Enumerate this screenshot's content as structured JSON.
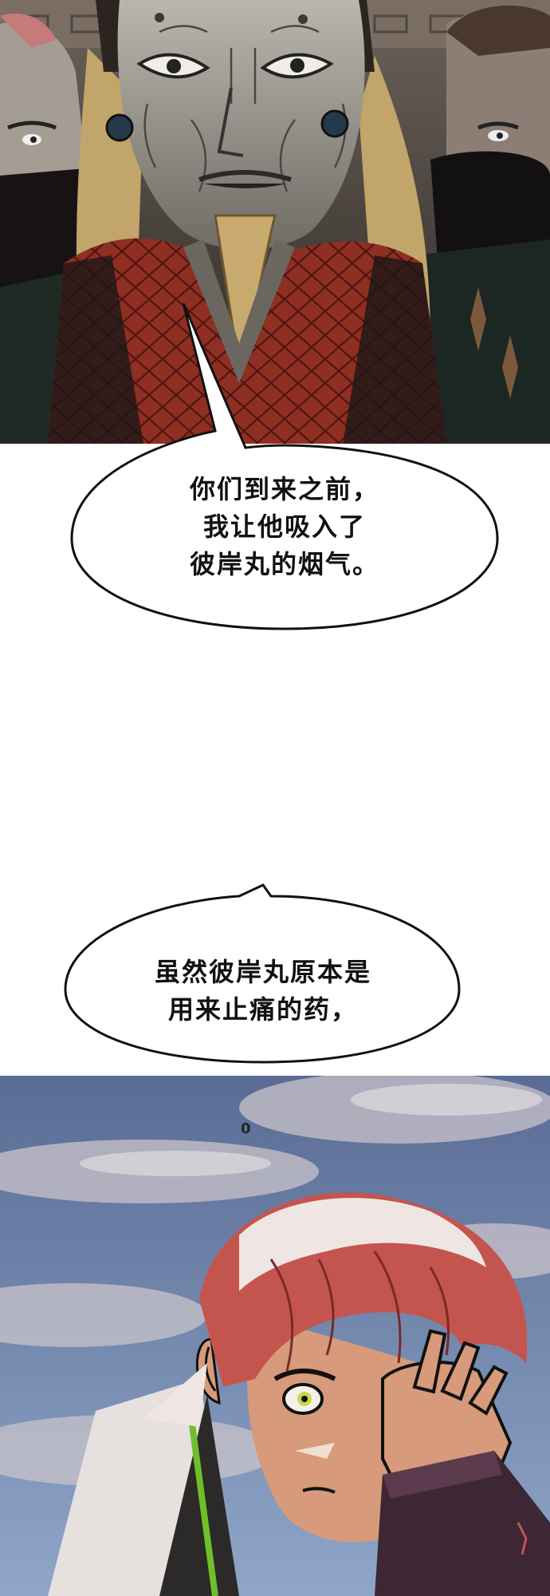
{
  "bubble_1": {
    "lines": [
      "你们到来之前，",
      "我让他吸入了",
      "彼岸丸的烟气。"
    ]
  },
  "bubble_2": {
    "lines": [
      "虽然彼岸丸原本是",
      "用来止痛的药，"
    ]
  },
  "panel_3": {
    "sfx": "0"
  }
}
